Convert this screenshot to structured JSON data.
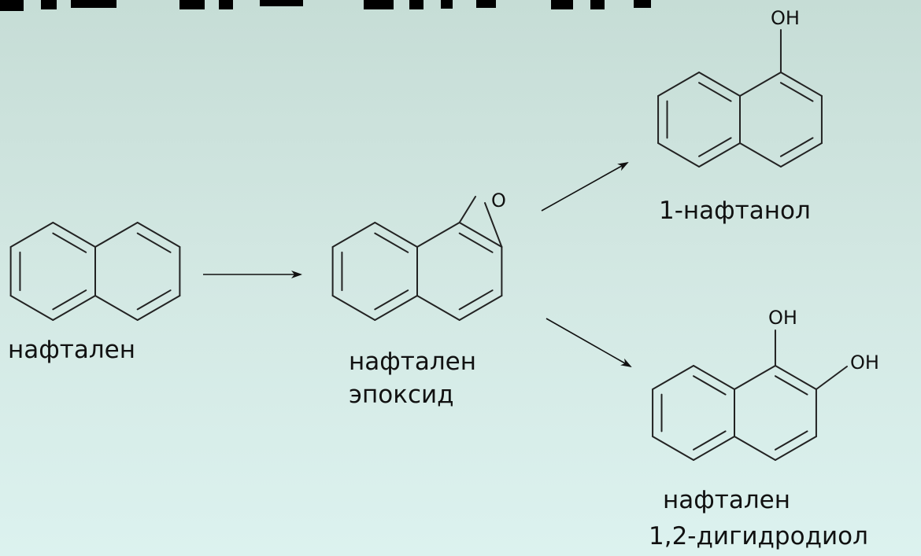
{
  "molecules": {
    "naphthalene": {
      "label": "нафтален"
    },
    "epoxide": {
      "label_line1": "нафтален",
      "label_line2": "эпоксид",
      "atom_o": "O"
    },
    "naphthol": {
      "label": "1-нафтанол",
      "atom_oh": "OH"
    },
    "dihydrodiol": {
      "label_line1": "нафтален",
      "label_line2": "1,2-дигидродиол",
      "atom_oh1": "OH",
      "atom_oh2": "OH"
    }
  }
}
